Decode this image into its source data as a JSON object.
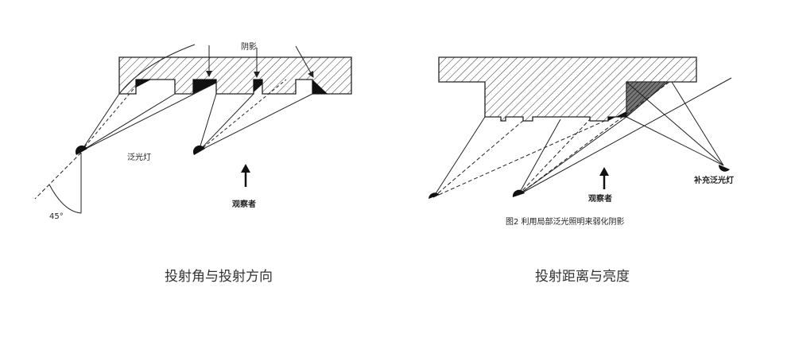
{
  "left_diagram": {
    "shadow_label": "阴影",
    "floodlight_label": "泛光灯",
    "observer_label": "观察者",
    "angle_label": "45°",
    "caption": "投射角与投射方向"
  },
  "right_diagram": {
    "fill_light_label": "补充泛光灯",
    "observer_label": "观察者",
    "figure_caption": "图2 利用局部泛光照明来弱化阴影",
    "caption": "投射距离与亮度"
  }
}
